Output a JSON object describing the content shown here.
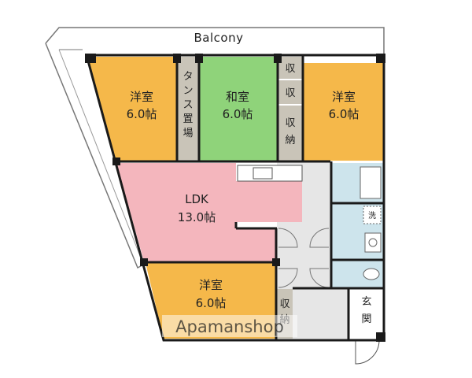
{
  "balcony": {
    "label": "Balcony"
  },
  "rooms": {
    "western_top_left": {
      "name": "洋室",
      "size": "6.0帖",
      "color": "#f5b84a"
    },
    "japanese": {
      "name": "和室",
      "size": "6.0帖",
      "color": "#8fd37a"
    },
    "western_top_right": {
      "name": "洋室",
      "size": "6.0帖",
      "color": "#f5b84a"
    },
    "ldk": {
      "name": "LDK",
      "size": "13.0帖",
      "color": "#f4b6bd"
    },
    "western_bottom": {
      "name": "洋室",
      "size": "6.0帖",
      "color": "#f5b84a"
    }
  },
  "storage": {
    "tansu": {
      "chars": [
        "タ",
        "ン",
        "ス",
        "置",
        "場"
      ]
    },
    "closet_a": {
      "label": "収"
    },
    "closet_b": {
      "label": "収"
    },
    "closet_c": {
      "chars": [
        "収",
        "納"
      ]
    },
    "closet_bottom": {
      "chars": [
        "収",
        "納"
      ]
    }
  },
  "wet_area": {
    "wash": "洗"
  },
  "entrance": {
    "chars": [
      "玄",
      "関"
    ]
  },
  "watermark": {
    "text": "Apamanshop"
  },
  "colors": {
    "wall": "#1a1a1a",
    "storage": "#c9c4b8",
    "hall": "#e6e6e6",
    "wet": "#cde4ec",
    "balcony_line": "#777777"
  }
}
